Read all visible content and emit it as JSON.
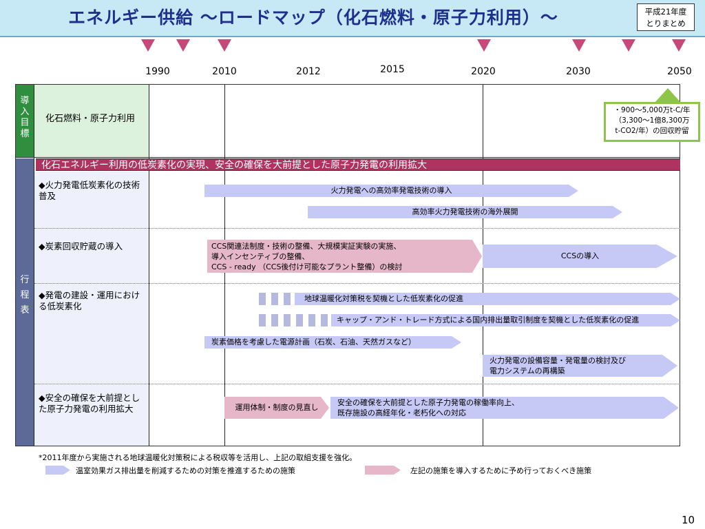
{
  "title": "エネルギー供給 ～ロードマップ（化石燃料・原子力利用）～",
  "tag_line1": "平成21年度",
  "tag_line2": "とりまとめ",
  "years": [
    "1990",
    "2010",
    "2012",
    "2015",
    "2020",
    "2030",
    "2050"
  ],
  "side": {
    "goal": "導入目標",
    "schedule": "行程表"
  },
  "goal_row": {
    "label": "化石燃料・原子力利用",
    "target_line1": "・900～5,000万t-C/年",
    "target_line2": "（3,300～1億8,300万",
    "target_line3": "t-CO2/年）の回収貯留"
  },
  "banner": "化石エネルギー利用の低炭素化の実現、安全の確保を大前提とした原子力発電の利用拡大",
  "rows": {
    "r1": {
      "label": "◆火力発電低炭素化の技術普及",
      "a1": "火力発電への高効率発電技術の導入",
      "a2": "高効率火力発電技術の海外展開"
    },
    "r2": {
      "label": "◆炭素回収貯蔵の導入",
      "pink_l1": "CCS関連法制度・技術の整備、大規模実証実験の実施、",
      "pink_l2": "導入インセンティブの整備、",
      "pink_l3": "CCS - ready （CCS後付け可能なプラント整備）の検討",
      "blue": "CCSの導入"
    },
    "r3": {
      "label": "◆発電の建設・運用における低炭素化",
      "a1": "地球温暖化対策税を契機とした低炭素化の促進",
      "a2": "キャップ・アンド・トレード方式による国内排出量取引制度を契機とした低炭素化の促進",
      "a3": "炭素価格を考慮した電源計画（石炭、石油、天然ガスなど）",
      "a4_l1": "火力発電の設備容量・発電量の検討及び",
      "a4_l2": "電力システムの再構築"
    },
    "r4": {
      "label": "◆安全の確保を大前提とした原子力発電の利用拡大",
      "pink": "運用体制・制度の見直し",
      "blue_l1": "安全の確保を大前提とした原子力発電の稼働率向上、",
      "blue_l2": "既存施設の高経年化・老朽化への対応"
    }
  },
  "footnote": "*2011年度から実施される地球温暖化対策税による税収等を活用し、上記の取組支援を強化。",
  "legend": {
    "blue": "温室効果ガス排出量を削減するための対策を推進するための施策",
    "pink": "左記の施策を導入するために予め行っておくべき施策"
  },
  "colors": {
    "header_bg": "#c6e9f5",
    "title": "#1f2f8c",
    "banner": "#b0335f",
    "blue_arrow": "#c6c9f5",
    "pink_arrow": "#e6b7c8",
    "marker": "#c5497a",
    "goal_side": "#2f8f3f",
    "schedule_side": "#5c6a9a",
    "target_border": "#8fc44a"
  },
  "page_number": "10"
}
